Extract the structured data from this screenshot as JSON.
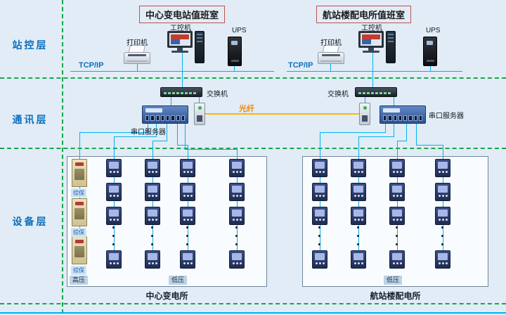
{
  "layers": [
    "站控层",
    "通讯层",
    "设备层"
  ],
  "left": {
    "title": "中心变电站值班室",
    "printer": "打印机",
    "pc": "工控机",
    "ups": "UPS",
    "tcpip": "TCP/IP",
    "switch": "交换机",
    "serial_server": "串口服务器",
    "cabinet": "综保",
    "hv": "高压",
    "lv": "低压",
    "caption": "中心变电所"
  },
  "right": {
    "title": "航站楼配电所值班室",
    "printer": "打印机",
    "pc": "工控机",
    "ups": "UPS",
    "tcpip": "TCP/IP",
    "switch": "交换机",
    "serial_server": "串口服务器",
    "lv": "低压",
    "caption": "航站楼配电所"
  },
  "fiber_label": "光纤",
  "colors": {
    "background": "#e2ecf6",
    "network_line": "#00b0f0",
    "layer_divider": "#15a84b",
    "fiber_line": "#ffb400",
    "label_blue": "#0b6fbd",
    "title_border": "#b85450"
  }
}
